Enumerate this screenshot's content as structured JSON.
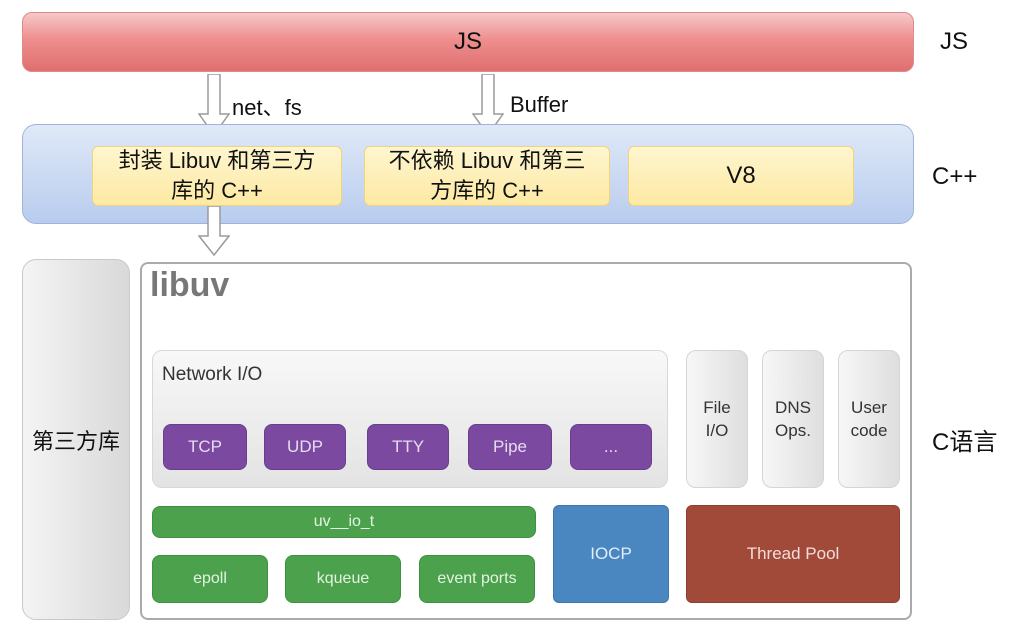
{
  "layers": {
    "js_bar": "JS",
    "js_side": "JS",
    "cpp_side": "C++",
    "c_side": "C语言"
  },
  "arrows": {
    "left_label": "net、fs",
    "mid_label": "Buffer"
  },
  "cpp_boxes": {
    "wrap_line1": "封装 Libuv 和第三方",
    "wrap_line2": "库的 C++",
    "nodep_line1": "不依赖 Libuv 和第三",
    "nodep_line2": "方库的 C++",
    "v8": "V8"
  },
  "third_party": "第三方库",
  "libuv": {
    "title": "libuv",
    "network_title": "Network I/O",
    "network_items": [
      "TCP",
      "UDP",
      "TTY",
      "Pipe",
      "..."
    ],
    "file_io": [
      "File",
      "I/O"
    ],
    "dns_ops": [
      "DNS",
      "Ops."
    ],
    "user_code": [
      "User",
      "code"
    ],
    "uv_io_t": "uv__io_t",
    "backends": [
      "epoll",
      "kqueue",
      "event ports"
    ],
    "iocp": "IOCP",
    "thread_pool": "Thread Pool"
  },
  "colors": {
    "js": "#e06e6e",
    "cpp": "#b9ccee",
    "yellow": "#fde9a3",
    "purple": "#7b4aa0",
    "green": "#4ca24c",
    "blue": "#4a86c0",
    "brown": "#a24a3a"
  }
}
